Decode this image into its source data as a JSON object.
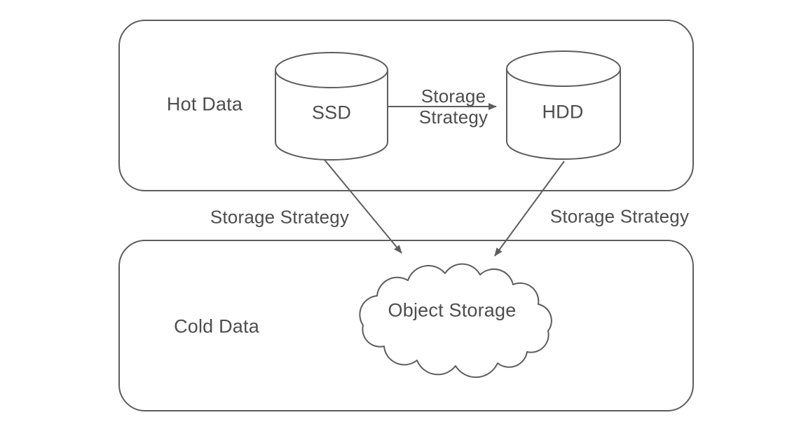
{
  "diagram": {
    "background_color": "#ffffff",
    "stroke_color": "#5d5d5d",
    "text_color": "#4d4d4d",
    "zones": [
      {
        "label": "Hot Data"
      },
      {
        "label": "Cold Data"
      }
    ],
    "nodes": [
      {
        "label": "SSD",
        "shape": "cylinder",
        "zone": "Hot Data"
      },
      {
        "label": "HDD",
        "shape": "cylinder",
        "zone": "Hot Data"
      },
      {
        "label": "Object Storage",
        "shape": "cloud",
        "zone": "Cold Data"
      }
    ],
    "edges": [
      {
        "from": "SSD",
        "to": "HDD",
        "label": "Storage Strategy",
        "label_lines": [
          "Storage",
          "Strategy"
        ]
      },
      {
        "from": "SSD",
        "to": "Object Storage",
        "label": "Storage Strategy"
      },
      {
        "from": "HDD",
        "to": "Object Storage",
        "label": "Storage Strategy"
      }
    ]
  }
}
